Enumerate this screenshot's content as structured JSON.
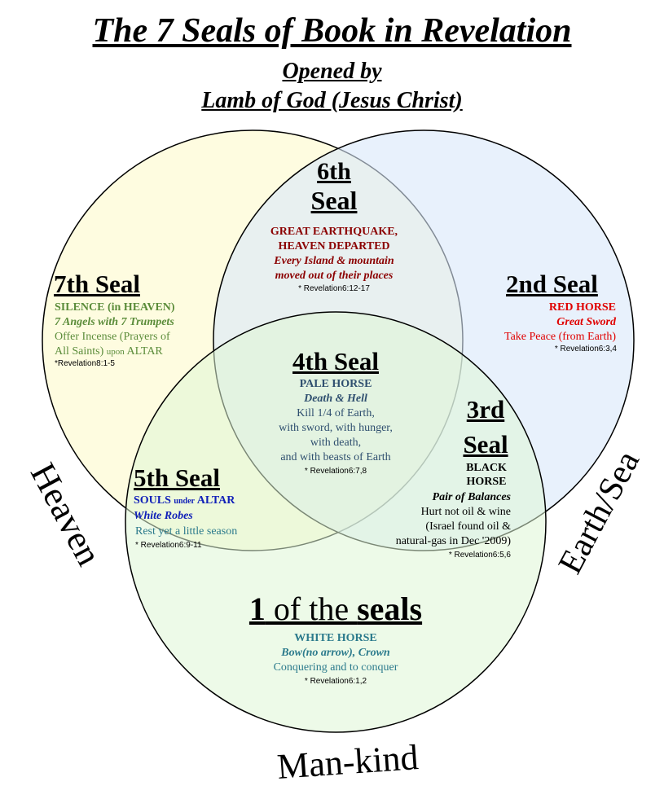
{
  "title": "The 7 Seals of Book in Revelation",
  "subtitle_line1": "Opened by",
  "subtitle_line2": "Lamb of God (Jesus Christ)",
  "circle_labels": {
    "heaven": "Heaven",
    "earth_sea": "Earth/Sea",
    "mankind": "Man-kind"
  },
  "colors": {
    "heaven_fill": "#fdfbd6",
    "earth_fill": "#e2eefb",
    "mankind_fill": "#e6f8e0",
    "red": "#e00000",
    "dark_red": "#8b0000",
    "green": "#5b8c3a",
    "blue": "#1020b8",
    "teal": "#2b7a8c",
    "slate": "#2f4f6f"
  },
  "seals": {
    "seal6": {
      "heading_line1": "6th",
      "heading_line2": "Seal",
      "line1": "GREAT EARTHQUAKE,",
      "line2": "HEAVEN DEPARTED",
      "line3": "Every Island & mountain",
      "line4": "moved out of their places",
      "ref": "* Revelation6:12-17"
    },
    "seal7": {
      "heading": "7th Seal",
      "line1": "SILENCE (in HEAVEN)",
      "line2": "7 Angels with 7 Trumpets",
      "line3": "Offer Incense (Prayers of",
      "line4a": "All Saints) ",
      "line4b": "upon",
      "line4c": " ALTAR",
      "ref": "*Revelation8:1-5"
    },
    "seal2": {
      "heading": "2nd Seal",
      "line1": "RED HORSE",
      "line2": "Great Sword",
      "line3": "Take Peace (from Earth)",
      "ref": "* Revelation6:3,4"
    },
    "seal4": {
      "heading": "4th Seal",
      "line1": "PALE HORSE",
      "line2": "Death & Hell",
      "line3": "Kill 1/4 of Earth,",
      "line4": "with sword, with hunger,",
      "line5": "with death,",
      "line6": "and with beasts of Earth",
      "ref": "* Revelation6:7,8"
    },
    "seal3": {
      "heading_line1": "3rd",
      "heading_line2": "Seal",
      "line1": "BLACK",
      "line2": "HORSE",
      "line3": "Pair of Balances",
      "line4": "Hurt not oil & wine",
      "line5": "(Israel found oil &",
      "line6": "natural-gas in Dec '2009)",
      "ref": "* Revelation6:5,6"
    },
    "seal5": {
      "heading": "5th Seal",
      "line1a": "SOULS ",
      "line1b": "under",
      "line1c": " ALTAR",
      "line2": "White Robes",
      "line3": "Rest yet a little season",
      "ref": "* Revelation6:9-11"
    },
    "seal1": {
      "heading_a": "1",
      "heading_b": " of the ",
      "heading_c": "seals",
      "line1": "WHITE HORSE",
      "line2": "Bow(no arrow), Crown",
      "line3": "Conquering and to conquer",
      "ref": "* Revelation6:1,2"
    }
  }
}
